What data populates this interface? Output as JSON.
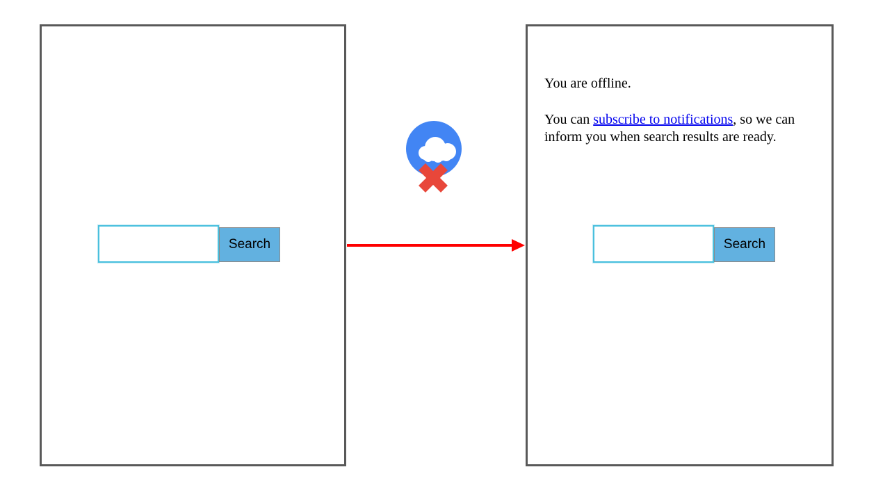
{
  "left_panel": {
    "search": {
      "input_value": "",
      "button_label": "Search"
    }
  },
  "right_panel": {
    "offline_text": "You are offline.",
    "subscribe_prefix": "You can ",
    "subscribe_link_text": "subscribe to notifications",
    "subscribe_suffix": ", so we can inform you when search results are ready.",
    "search": {
      "input_value": "",
      "button_label": "Search"
    }
  },
  "offline_icon": {
    "circle_color": "#4285f4",
    "cloud_color": "#ffffff",
    "x_color": "#e8473a"
  },
  "connector_arrow": {
    "color": "#fe0000"
  },
  "colors": {
    "frame_border": "#595959",
    "input_border": "#4ac0de",
    "button_fill": "#62b1e0",
    "button_border": "#8a8a8a",
    "link": "#0000ee"
  }
}
